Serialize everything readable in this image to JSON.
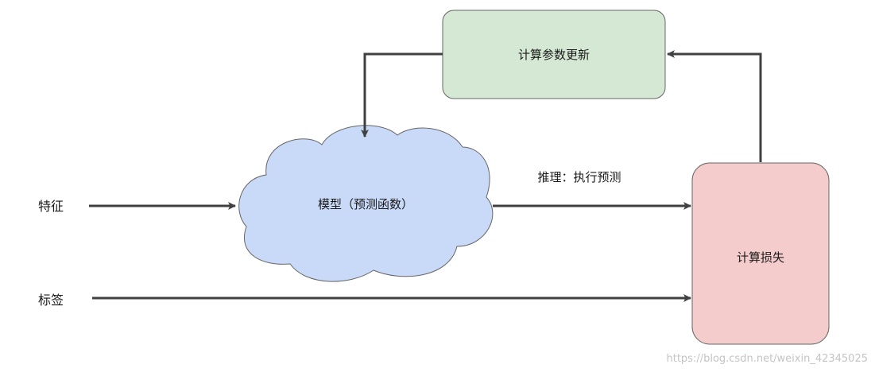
{
  "nodes": {
    "update": {
      "label": "计算参数更新",
      "fill": "#d5e8d4",
      "stroke": "#666666"
    },
    "model": {
      "label": "模型（预测函数）",
      "fill": "#c9daf8",
      "stroke": "#666666"
    },
    "loss": {
      "label": "计算损失",
      "fill": "#f4cccc",
      "stroke": "#666666"
    }
  },
  "inputs": {
    "features": "特征",
    "labels": "标签"
  },
  "edges": {
    "inference": "推理：执行预测"
  },
  "colors": {
    "arrow": "#404040"
  },
  "watermark": "https://blog.csdn.net/weixin_42345025"
}
